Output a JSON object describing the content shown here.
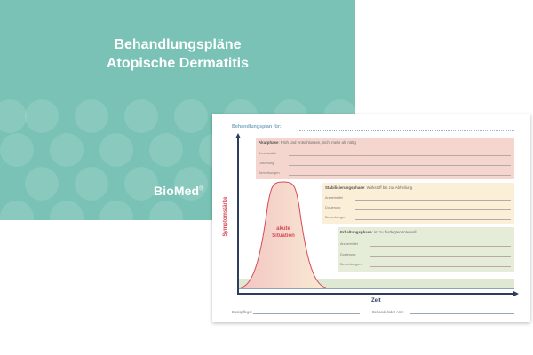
{
  "cover": {
    "title_line1": "Behandlungspläne",
    "title_line2": "Atopische Dermatitis",
    "brand": "BioMed",
    "brand_mark": "®",
    "background_color": "#79c2b5"
  },
  "sheet": {
    "heading": "Behandlungsplan für:",
    "y_axis_label": "Symptomstärke",
    "x_axis_label": "Zeit",
    "curve_label_line1": "akute",
    "curve_label_line2": "Situation",
    "phases": [
      {
        "title": "Akutphase",
        "subtitle": "Früh und entschlossen, nicht mehr als nötig",
        "rows": [
          "Arzneimittel",
          "Dosierung",
          "Bemerkungen"
        ],
        "color": "#f4d6cf"
      },
      {
        "title": "Stabilisierungsphase",
        "subtitle": "Wirkstoff bis zur Abheilung",
        "rows": [
          "Arzneimittel",
          "Dosierung",
          "Bemerkungen"
        ],
        "color": "#fbefd7"
      },
      {
        "title": "Erhaltungsphase",
        "subtitle": "im zu festlegten Intervall",
        "rows": [
          "Arzneimittel",
          "Dosierung",
          "Bemerkungen"
        ],
        "color": "#e5ecd7"
      }
    ],
    "footer": {
      "left_label": "Basispflege:",
      "right_label": "Behandelnder Arzt:"
    },
    "curve_color": "#d64a5a",
    "axis_color": "#2c3e5b"
  }
}
